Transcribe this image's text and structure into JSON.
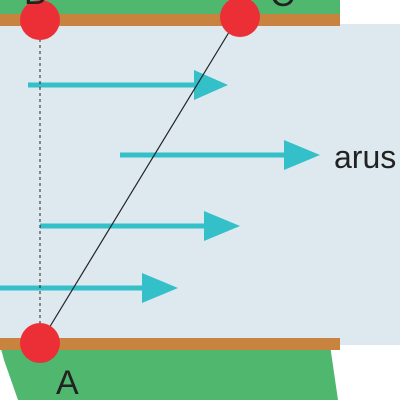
{
  "labels": {
    "point_a": "A",
    "point_b": "B",
    "point_c": "C",
    "current": "arus"
  },
  "colors": {
    "bank": "#4fb76e",
    "river": "#dde9ef",
    "road": "#c8843e",
    "arrow": "#33c0c9",
    "point": "#ec2f37",
    "line": "#222222"
  }
}
